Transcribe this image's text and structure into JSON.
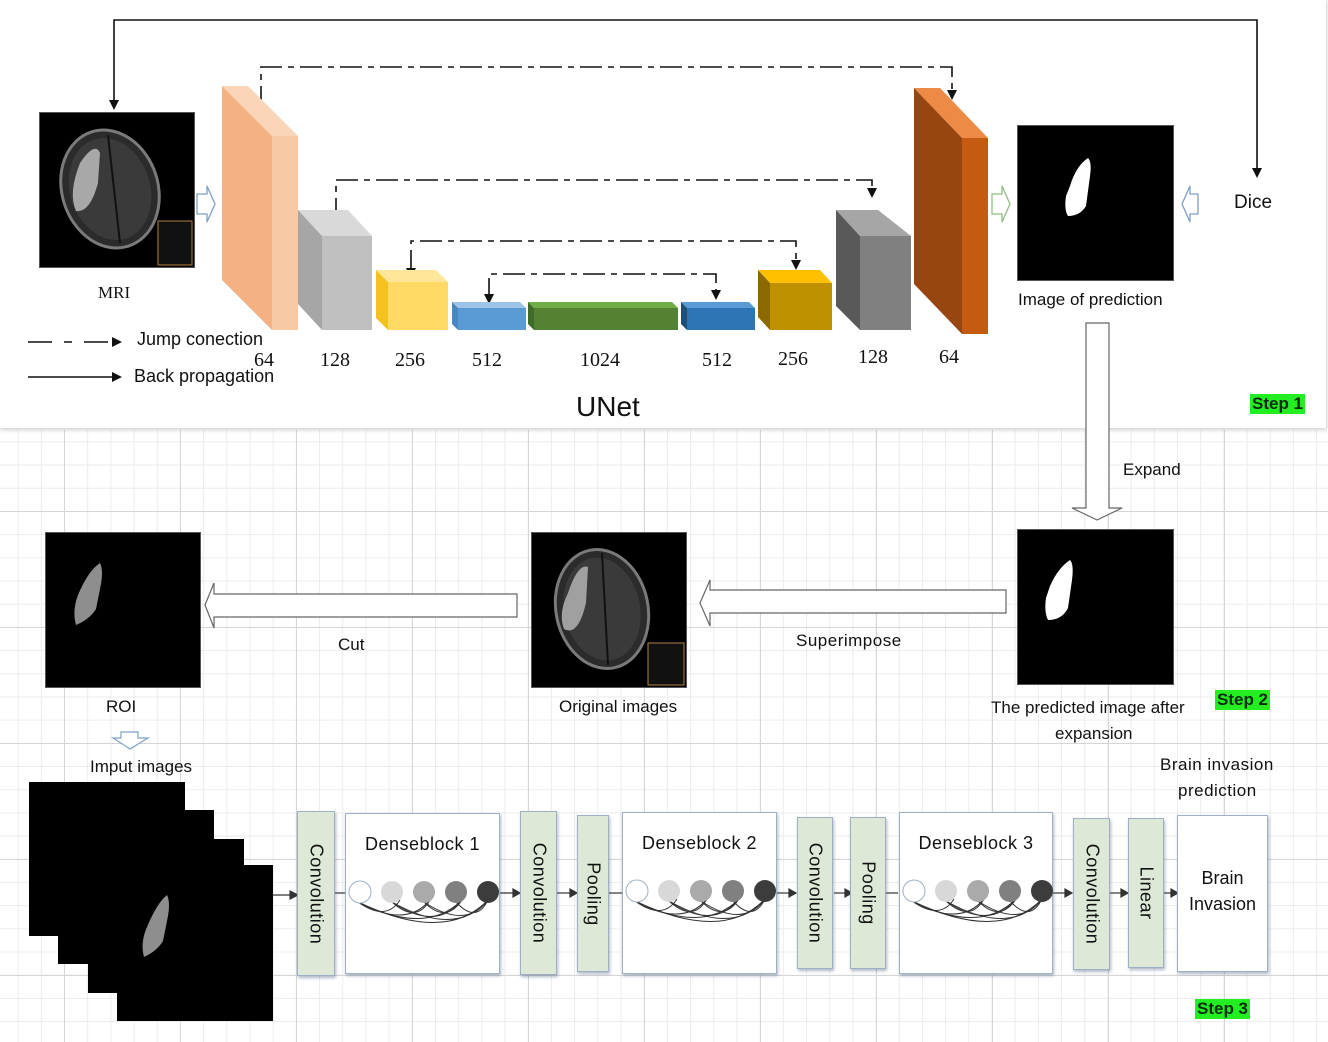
{
  "step1": {
    "badge": "Step 1",
    "title": "UNet",
    "input_label": "MRI",
    "output_label": "Image of prediction",
    "dice_label": "Dice",
    "legend": [
      {
        "label": "Jump conection",
        "style": "dash-dot"
      },
      {
        "label": "Back propagation",
        "style": "solid"
      }
    ],
    "encoder_channels": [
      "64",
      "128",
      "256",
      "512"
    ],
    "bottleneck_channels": "1024",
    "decoder_channels": [
      "512",
      "256",
      "128",
      "64"
    ],
    "colors": {
      "enc64": "#f4b183",
      "enc128": "#c0c0c0",
      "enc256": "#ffd966",
      "enc512": "#5b9bd5",
      "bottleneck": "#548235",
      "dec512": "#2e75b6",
      "dec256": "#bf9000",
      "dec128": "#808080",
      "dec64": "#c55a11"
    }
  },
  "step2": {
    "badge": "Step 2",
    "expand_label": "Expand",
    "expanded_label_line1": "The predicted image after",
    "expanded_label_line2": "expansion",
    "superimpose_label": "Superimpose",
    "original_label": "Original images",
    "cut_label": "Cut",
    "roi_label": "ROI"
  },
  "step3": {
    "badge": "Step 3",
    "input_label": "Imput images",
    "output_title_line1": "Brain invasion",
    "output_title_line2": "prediction",
    "layers": [
      {
        "type": "conv",
        "label": "Convolution"
      },
      {
        "type": "dense",
        "label": "Denseblock 1"
      },
      {
        "type": "conv",
        "label": "Convolution"
      },
      {
        "type": "pool",
        "label": "Pooling"
      },
      {
        "type": "dense",
        "label": "Denseblock 2"
      },
      {
        "type": "conv",
        "label": "Convolution"
      },
      {
        "type": "pool",
        "label": "Pooling"
      },
      {
        "type": "dense",
        "label": "Denseblock 3"
      },
      {
        "type": "conv",
        "label": "Convolution"
      },
      {
        "type": "linear",
        "label": "Linear"
      }
    ],
    "output_box_line1": "Brain",
    "output_box_line2": "Invasion",
    "accent_green": "#dde9d6",
    "badge_color": "#22ee22"
  }
}
